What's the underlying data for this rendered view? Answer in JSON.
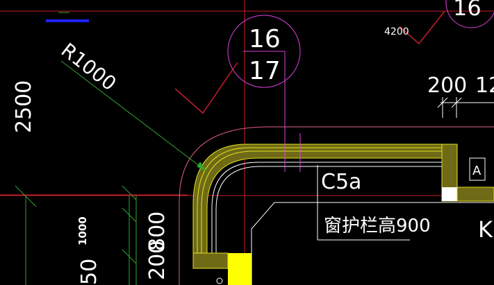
{
  "drawing": {
    "colors": {
      "background": "#000000",
      "grid_red": "#c81e2a",
      "wall_yellow": "#e8e020",
      "wall_fill": "#6e6a16",
      "text_white": "#ffffff",
      "leader_green": "#2ea82e",
      "magenta": "#e040e0",
      "pink": "#e06080",
      "cyan": "#3fd0d0",
      "blue_bar": "#2020ff",
      "yellow_block": "#ffff00"
    },
    "labels": {
      "radius": "R1000",
      "dim_2500": "2500",
      "elev_4200": "4200",
      "axis_top_upper": "16",
      "axis_top_lower": "17",
      "axis_corner": "16",
      "dim_200": "200",
      "dim_12": "12",
      "window_code": "C5a",
      "window_note": "窗护栏高900",
      "tag_a": "A",
      "tag_k": "K",
      "dim_1000": "1000",
      "dim_50": "50",
      "dim_200_b": "200",
      "dim_800": "800"
    }
  }
}
